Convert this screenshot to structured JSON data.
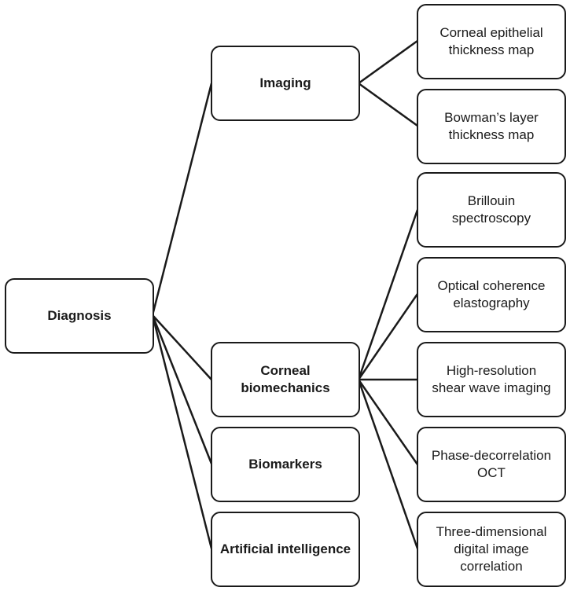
{
  "diagram": {
    "root": {
      "id": "diagnosis",
      "label": "Diagnosis"
    },
    "level1": [
      {
        "id": "imaging",
        "label": "Imaging"
      },
      {
        "id": "corneal-biomechanics",
        "label": "Corneal\nbiomechanics"
      },
      {
        "id": "biomarkers",
        "label": "Biomarkers"
      },
      {
        "id": "artificial-intelligence",
        "label": "Artificial intelligence"
      }
    ],
    "level2": [
      {
        "id": "corneal-epithelial-thickness-map",
        "parent": "imaging",
        "label": "Corneal epithelial\nthickness map"
      },
      {
        "id": "bowmans-layer-thickness-map",
        "parent": "imaging",
        "label": "Bowman’s layer\nthickness map"
      },
      {
        "id": "brillouin-spectroscopy",
        "parent": "corneal-biomechanics",
        "label": "Brillouin\nspectroscopy"
      },
      {
        "id": "optical-coherence-elastography",
        "parent": "corneal-biomechanics",
        "label": "Optical coherence\nelastography"
      },
      {
        "id": "high-resolution-shear-wave-imaging",
        "parent": "corneal-biomechanics",
        "label": "High-resolution\nshear wave imaging"
      },
      {
        "id": "phase-decorrelation-oct",
        "parent": "corneal-biomechanics",
        "label": "Phase-decorrelation\nOCT"
      },
      {
        "id": "three-dimensional-digital-image-correlation",
        "parent": "corneal-biomechanics",
        "label": "Three-dimensional\ndigital image\ncorrelation"
      }
    ]
  }
}
